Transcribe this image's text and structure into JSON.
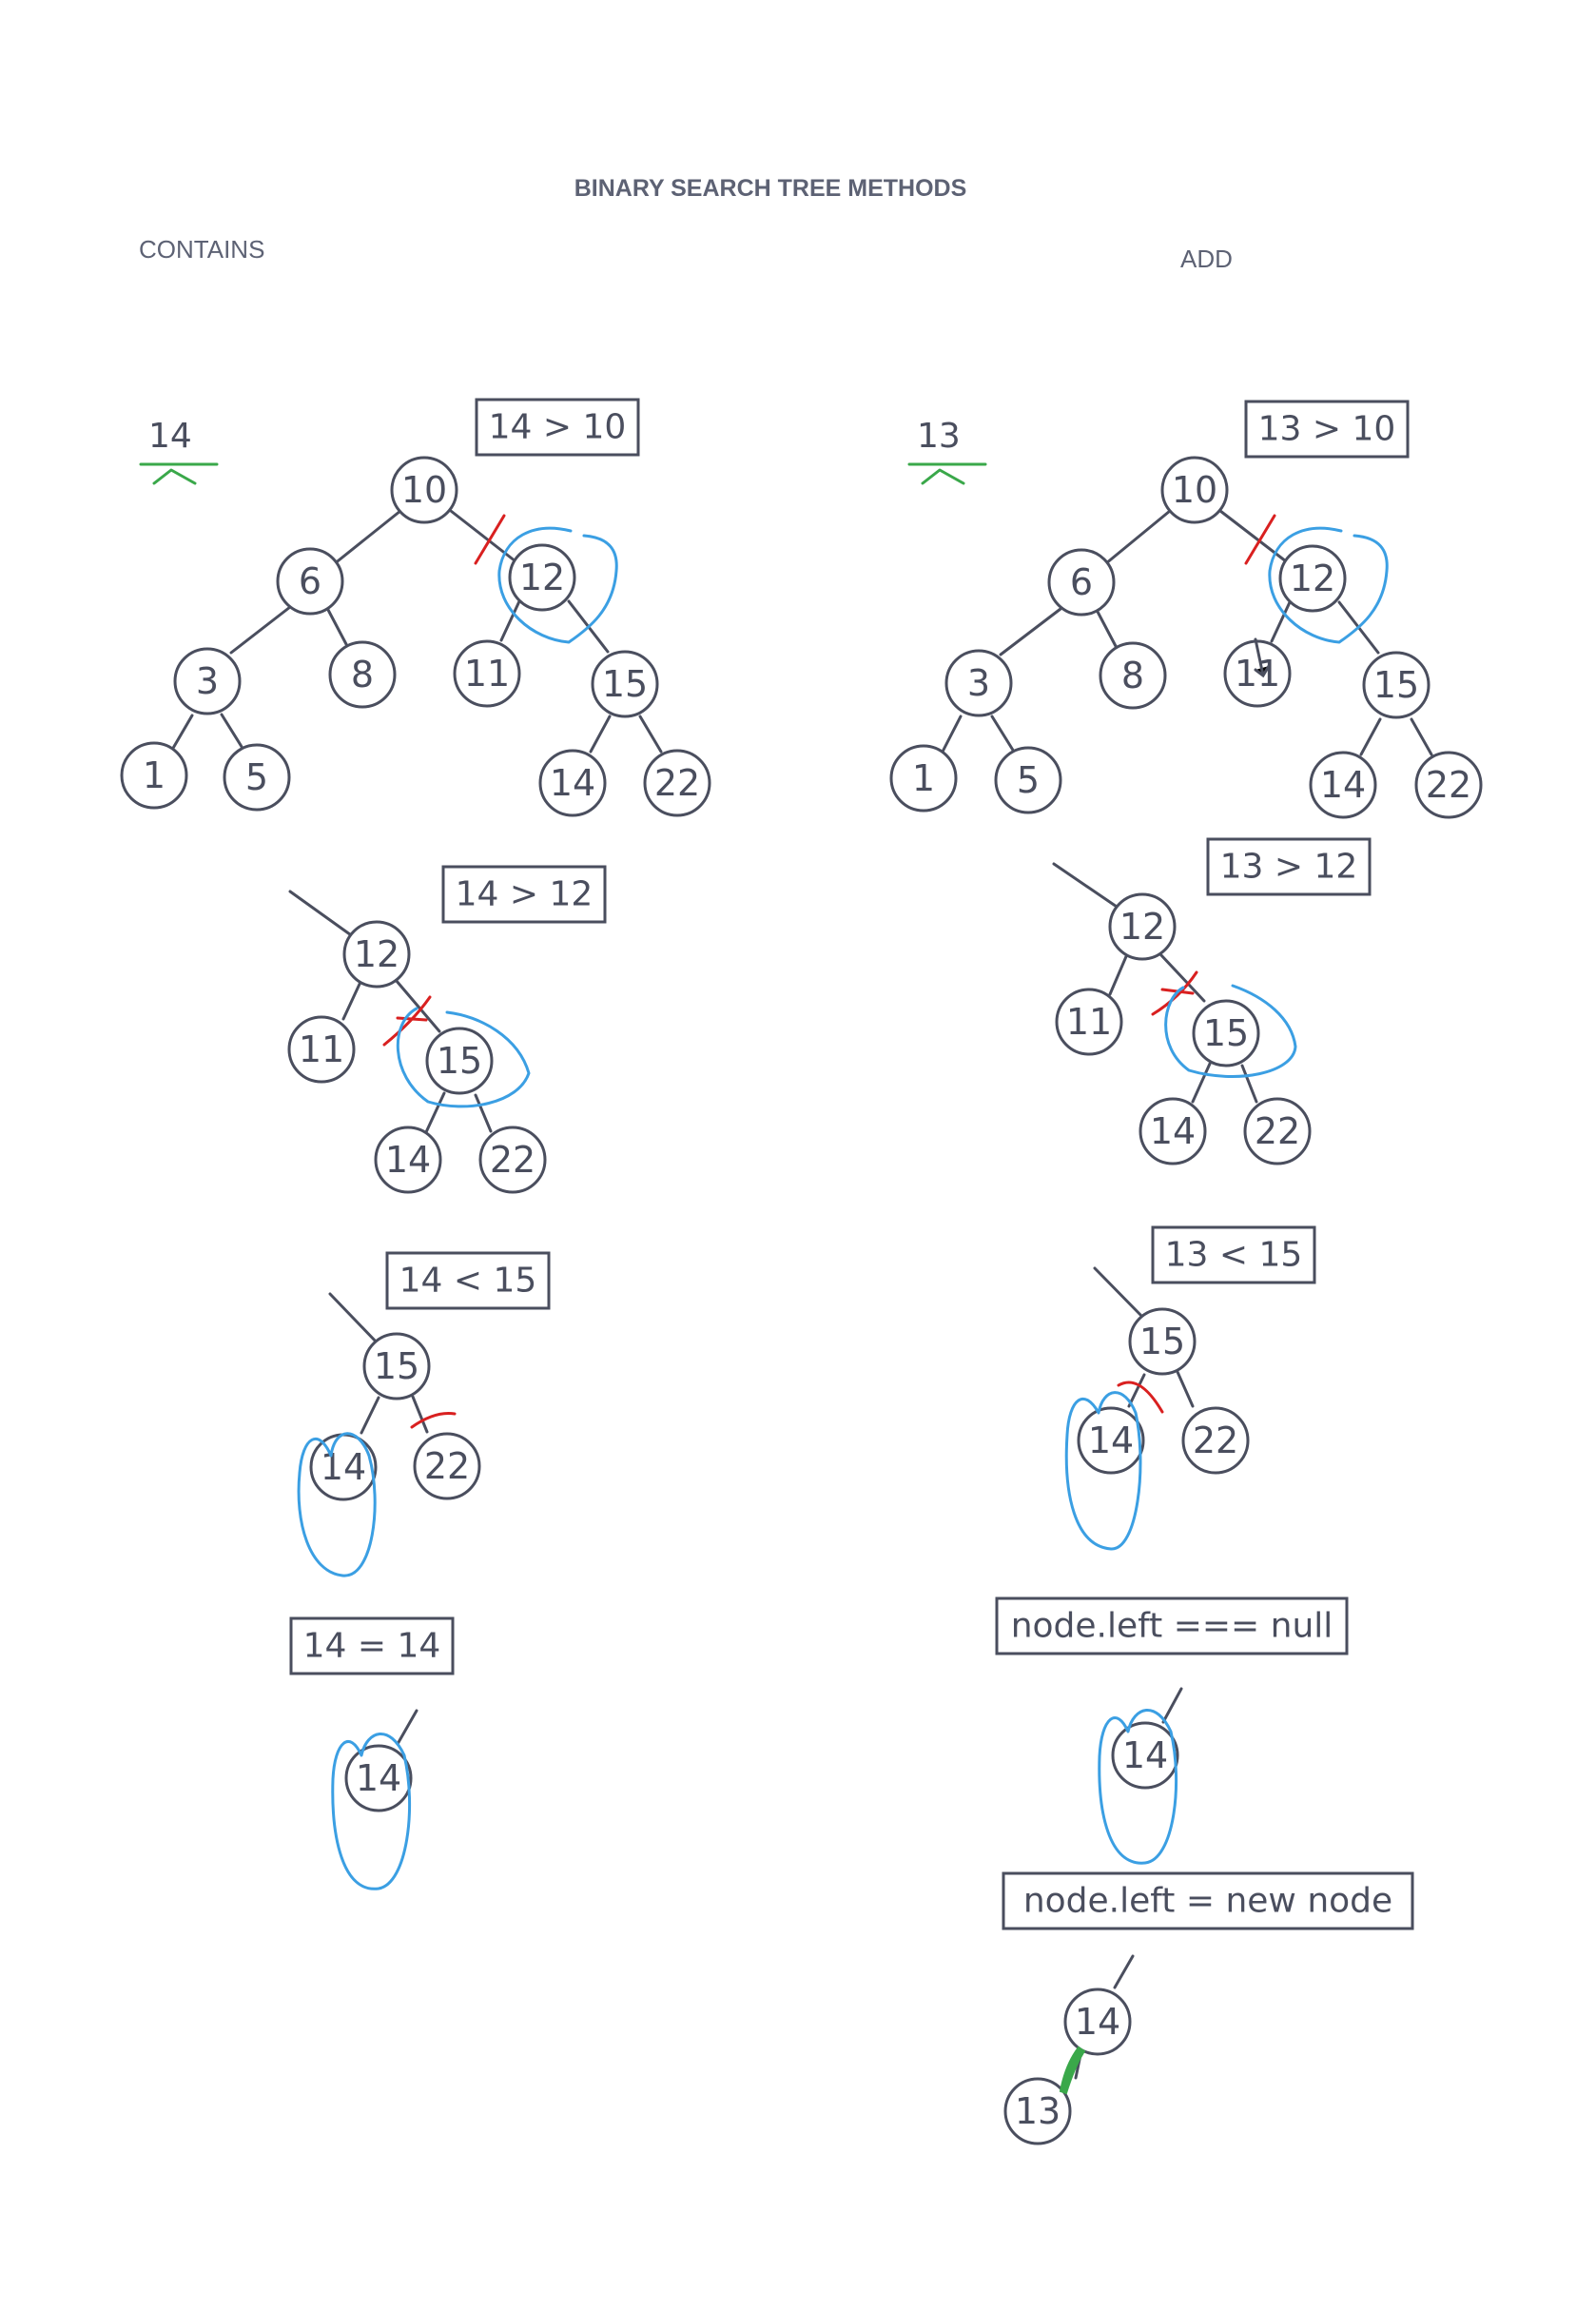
{
  "header": {
    "title": "BINARY SEARCH TREE METHODS",
    "left_label": "CONTAINS",
    "right_label": "ADD"
  },
  "contains": {
    "search_value": "14",
    "steps": [
      {
        "comparison": "14 > 10",
        "nodes": [
          "10",
          "6",
          "12",
          "3",
          "8",
          "11",
          "15",
          "1",
          "5",
          "14",
          "22"
        ]
      },
      {
        "comparison": "14 > 12",
        "nodes": [
          "12",
          "11",
          "15",
          "14",
          "22"
        ]
      },
      {
        "comparison": "14 < 15",
        "nodes": [
          "15",
          "14",
          "22"
        ]
      },
      {
        "comparison": "14 = 14",
        "nodes": [
          "14"
        ]
      }
    ]
  },
  "add": {
    "search_value": "13",
    "steps": [
      {
        "comparison": "13 > 10",
        "nodes": [
          "10",
          "6",
          "12",
          "3",
          "8",
          "11",
          "15",
          "1",
          "5",
          "14",
          "22"
        ]
      },
      {
        "comparison": "13 > 12",
        "nodes": [
          "12",
          "11",
          "15",
          "14",
          "22"
        ]
      },
      {
        "comparison": "13 < 15",
        "nodes": [
          "15",
          "14",
          "22"
        ]
      },
      {
        "comparison": "node.left === null",
        "nodes": [
          "14"
        ]
      },
      {
        "comparison": "node.left = new node",
        "nodes": [
          "14",
          "13"
        ]
      }
    ]
  },
  "colors": {
    "ink": "#4a4e5e",
    "highlight": "#3b9fe3",
    "cut": "#d92020",
    "pointer": "#3aa84a"
  }
}
